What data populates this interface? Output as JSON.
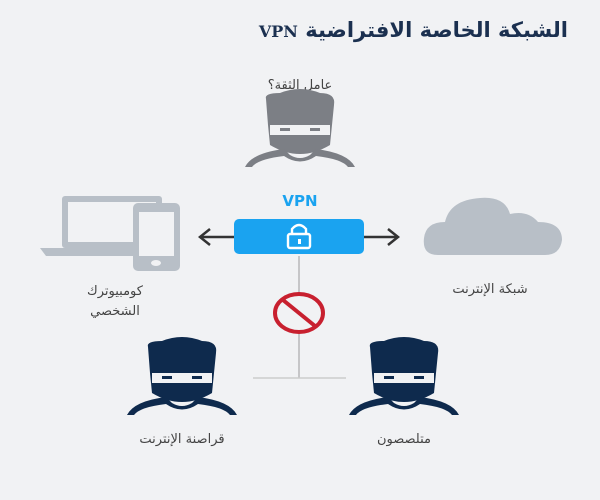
{
  "title": {
    "text": "الشبكة الخاصة الافتراضية",
    "vpn": "VPN"
  },
  "nodes": {
    "trusted": {
      "label": "عامل الثقة؟",
      "icon": "masked-person-icon"
    },
    "computer": {
      "label_line1": "كومبيوترك",
      "label_line2": "الشخصي",
      "icon": "devices-icon"
    },
    "internet": {
      "label": "شبكة الإنترنت",
      "icon": "cloud-icon"
    },
    "vpn": {
      "label": "VPN",
      "icon": "lock-icon"
    },
    "hackers": {
      "label": "قراصنة الإنترنت",
      "icon": "masked-person-icon"
    },
    "eavesdroppers": {
      "label": "متلصصون",
      "icon": "masked-person-icon"
    }
  },
  "colors": {
    "background": "#f1f2f4",
    "title": "#1b3050",
    "vpn_blue": "#1aa3f0",
    "grey_icon": "#7c7f85",
    "light_icon": "#b8bfc7",
    "threat_navy": "#0e2a4d",
    "block_red": "#c8202f"
  }
}
